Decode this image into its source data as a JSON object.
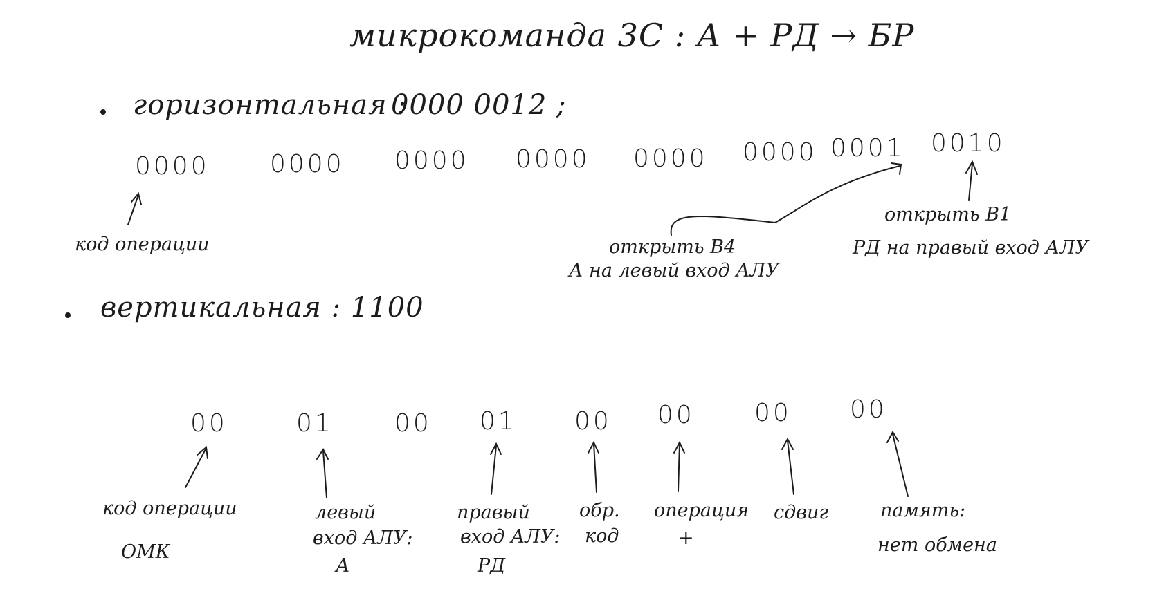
{
  "title": "микрокоманда 3С :   А + РД → БР",
  "horizontal": {
    "label": "горизонтальная :",
    "hex": "0000  0012 ;",
    "bits": [
      "0000",
      "0000",
      "0000",
      "0000",
      "0000",
      "0000",
      "0001",
      "0010"
    ],
    "notes": {
      "opcode": "код операции",
      "b4_line1": "открыть В4",
      "b4_line2": "А на левый вход АЛУ",
      "b1_line1": "открыть В1",
      "b1_line2": "РД на правый вход АЛУ"
    }
  },
  "vertical": {
    "label": "вертикальная : 1100",
    "fields": [
      {
        "bits": "00",
        "label1": "код операции",
        "label2": "ОМК"
      },
      {
        "bits": "01",
        "label1": "левый",
        "label2": "вход АЛУ:",
        "label3": "А"
      },
      {
        "bits": "00",
        "label1": "",
        "label2": "",
        "label3": ""
      },
      {
        "bits": "01",
        "label1": "правый",
        "label2": "вход АЛУ:",
        "label3": "РД"
      },
      {
        "bits": "00",
        "label1": "обр.",
        "label2": "код"
      },
      {
        "bits": "00",
        "label1": "операция",
        "label2": "+"
      },
      {
        "bits": "00",
        "label1": "сдвиг"
      },
      {
        "bits": "00",
        "label1": "память:",
        "label2": "нет обмена"
      }
    ]
  }
}
